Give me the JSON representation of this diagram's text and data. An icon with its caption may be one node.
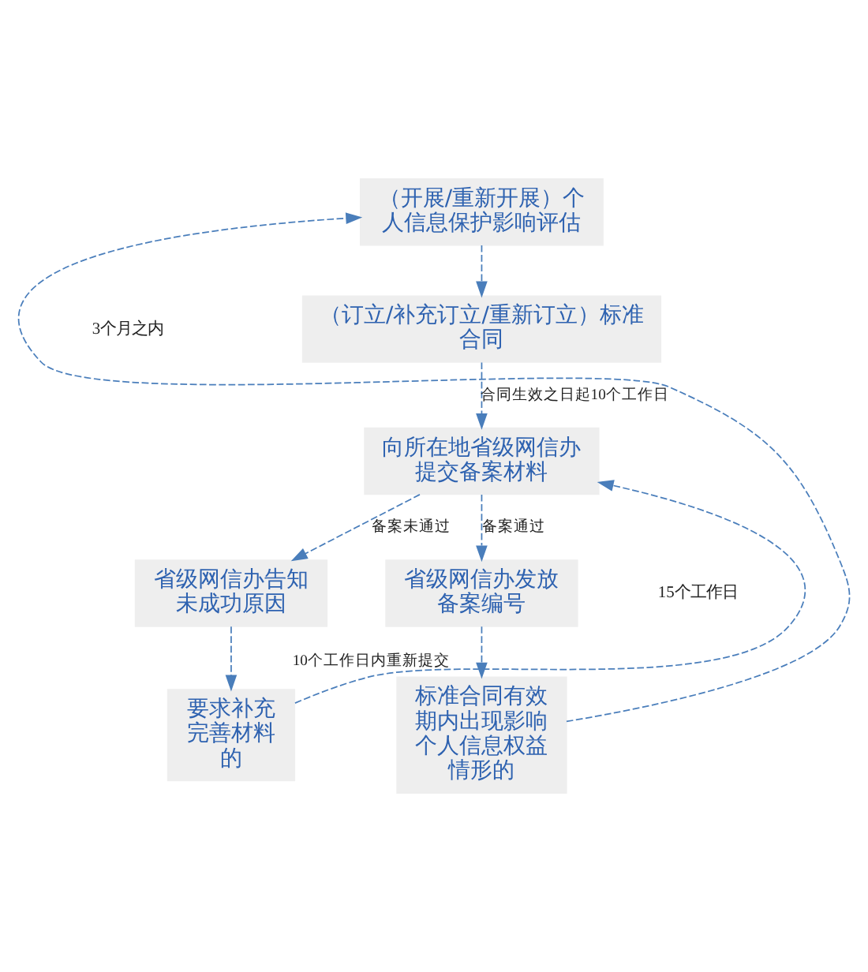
{
  "diagram": {
    "nodes": [
      {
        "text": [
          "（开展/重新开展）个人信息保护影响评估"
        ]
      },
      {
        "text": [
          "（订立/补充订立/重新订立）标准合同"
        ]
      },
      {
        "text": [
          "向所在地省级网信办提交备案材料"
        ]
      },
      {
        "text": [
          "省级网信办告知未成功原因"
        ]
      },
      {
        "text": [
          "省级网信办发放备案编号"
        ]
      },
      {
        "text": [
          "要求补充完善材料的"
        ]
      },
      {
        "text": [
          "标准合同有效期内出现影响个人信息权益情形的"
        ]
      }
    ],
    "edges": [
      {
        "from": 0,
        "to": 1,
        "arrow": "to",
        "style": "dashed"
      },
      {
        "from": 1,
        "to": 2,
        "arrow": "to",
        "style": "dashed",
        "label": "合同生效之日起10个工作日"
      },
      {
        "from": 2,
        "to": 3,
        "arrow": "to",
        "style": "dashed",
        "label": "备案未通过"
      },
      {
        "from": 2,
        "to": 4,
        "arrow": "to",
        "style": "dashed",
        "label": "备案通过"
      },
      {
        "from": 3,
        "to": 5,
        "arrow": "to",
        "style": "dashed"
      },
      {
        "from": 4,
        "to": 6,
        "arrow": "to",
        "style": "dashed"
      },
      {
        "from": 5,
        "to": 2,
        "arrow": "to",
        "style": "dashed",
        "label": "10个工作日内重新提交"
      },
      {
        "from": 6,
        "to": 0,
        "arrow": "to",
        "style": "dashed"
      }
    ],
    "labels": [
      "3个月之内",
      "15个工作日"
    ]
  }
}
